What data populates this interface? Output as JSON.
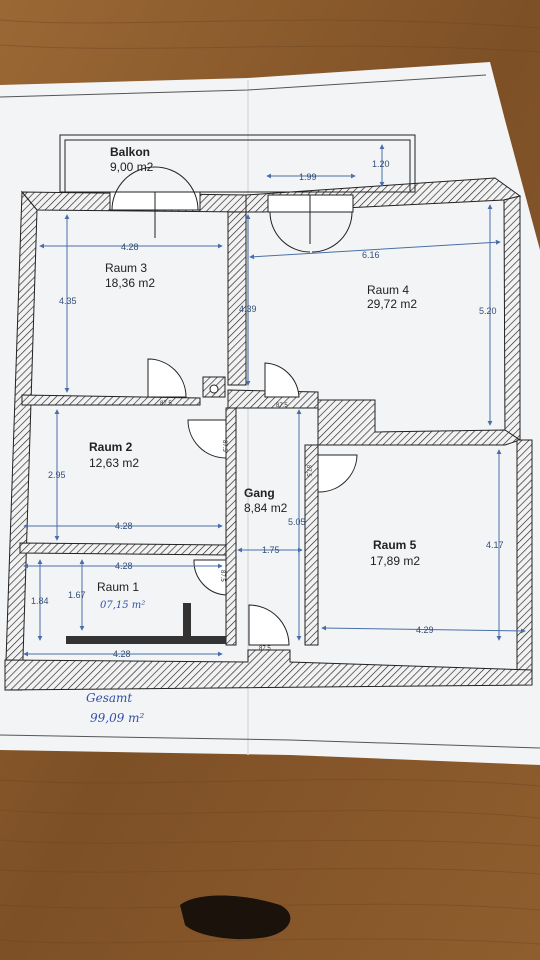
{
  "rooms": {
    "balkon": {
      "name": "Balkon",
      "area": "9,00 m2"
    },
    "raum3": {
      "name": "Raum 3",
      "area": "18,36 m2"
    },
    "raum4": {
      "name": "Raum 4",
      "area": "29,72 m2"
    },
    "raum2": {
      "name": "Raum 2",
      "area": "12,63 m2"
    },
    "gang": {
      "name": "Gang",
      "area": "8,84 m2"
    },
    "raum5": {
      "name": "Raum 5",
      "area": "17,89 m2"
    },
    "raum1": {
      "name": "Raum 1",
      "area": "07,15 m²"
    }
  },
  "dimensions": {
    "balkon_depth": "1.20",
    "balkon_width": "1.99",
    "raum3_width": "4.28",
    "raum3_height": "4.35",
    "raum4_width": "6.16",
    "raum4_height": "5.20",
    "wall_gap": "4.39",
    "raum2_height": "2.95",
    "raum2_width": "4.28",
    "raum1_top_width": "4.28",
    "raum1_bottom_width": "4.28",
    "raum1_height_a": "1.84",
    "raum1_height_b": "1.67",
    "gang_width": "1.75",
    "gang_height": "5.05",
    "raum5_height": "4.17",
    "raum5_width": "4.29",
    "door_875": "87.5"
  },
  "total": {
    "label": "Gesamt",
    "value": "99,09 m²"
  },
  "colors": {
    "wood": "#8a5a2c",
    "paper": "#f3f4f6",
    "wall": "#2a2a2a",
    "dimension": "#4a6fa8",
    "ink": "#3450a8"
  }
}
